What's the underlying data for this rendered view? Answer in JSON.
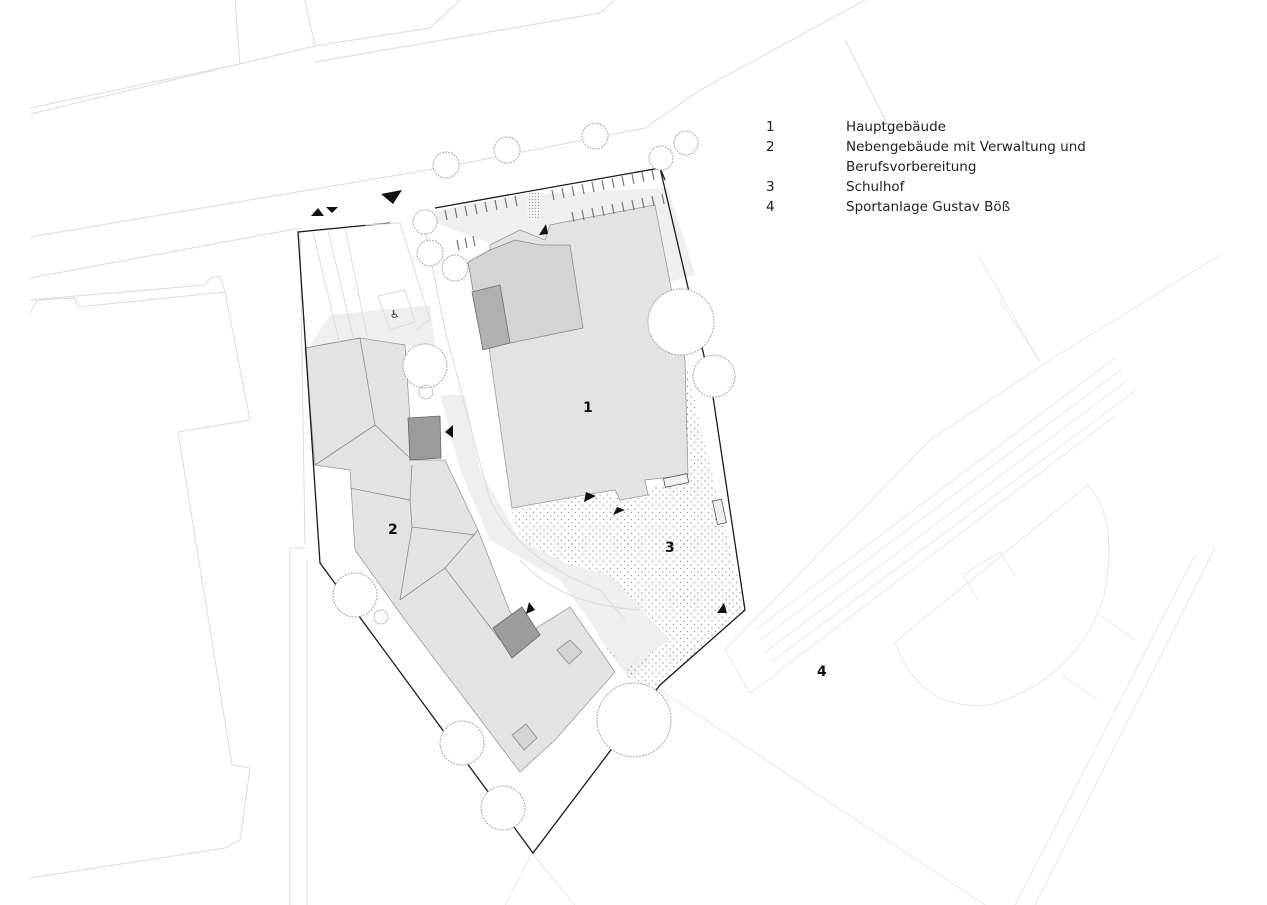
{
  "legend": {
    "items": [
      {
        "number": "1",
        "label": "Hauptgebäude"
      },
      {
        "number": "2",
        "label": "Nebengebäude mit Verwaltung und Berufsvorbereitung"
      },
      {
        "number": "3",
        "label": "Schulhof"
      },
      {
        "number": "4",
        "label": "Sportanlage Gustav Böß"
      }
    ]
  },
  "plan_labels": {
    "main_building": "1",
    "annex_building": "2",
    "schoolyard": "3",
    "sports_facility": "4"
  },
  "symbols": {
    "accessible_parking": "♿"
  },
  "colors": {
    "background": "#ffffff",
    "roof_light": "#e3e3e3",
    "roof_mid": "#d4d4d4",
    "roof_dark": "#b0b0b0",
    "boundary": "#1a1a1a",
    "context_lines": "#dcdcdc"
  }
}
